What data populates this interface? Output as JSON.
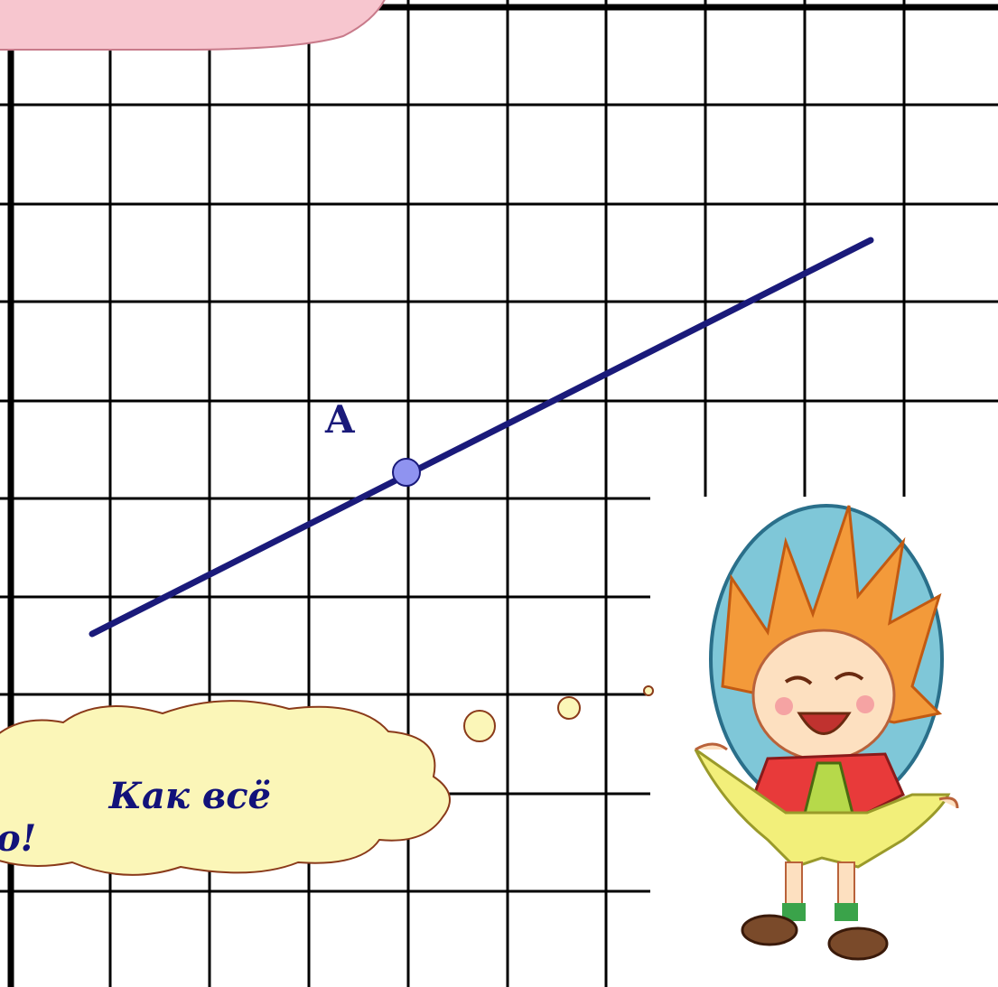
{
  "diagram": {
    "point_label": "A",
    "grid_columns": 10,
    "grid_rows": 10
  },
  "speech_bubble": {
    "line1": "Как всё",
    "line2": "o!",
    "fill": "#fbf6b8",
    "stroke": "#8a3a1a"
  },
  "top_bubble": {
    "fill": "#f7c6cf",
    "stroke": "#c87a8a"
  },
  "colors": {
    "line": "#1a1a7a",
    "point": "#8f93f0",
    "grid": "#000000"
  },
  "icons": {
    "character": "cartoon-boy-orange-hair",
    "thought_dots": "thought-bubble-circles"
  }
}
